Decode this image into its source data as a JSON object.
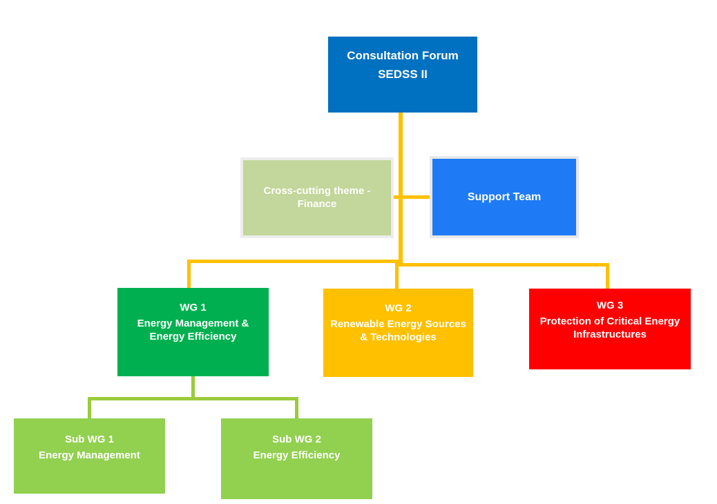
{
  "diagram": {
    "type": "organization-chart",
    "background": "#FFFFFF",
    "connector_colors": {
      "primary": "#FFC000",
      "secondary": "#9BCB3B"
    },
    "nodes": {
      "consultation_forum": {
        "title": "Consultation Forum",
        "subtitle": "SEDSS II",
        "color": "#0070C0",
        "text_color": "#FFFFFF"
      },
      "cross_cutting_theme": {
        "title": "Cross-cutting theme - Finance",
        "color": "#C3D69B",
        "text_color": "#FFFFFF",
        "border_color": "#EDEDED"
      },
      "support_team": {
        "title": "Support Team",
        "color": "#1F7BF5",
        "text_color": "#FFFFFF",
        "border_color": "#E8E8E8"
      },
      "wg1": {
        "title": "WG 1",
        "subtitle": "Energy Management & Energy Efficiency",
        "color": "#00B050",
        "text_color": "#FFFFFF"
      },
      "wg2": {
        "title": "WG 2",
        "subtitle": "Renewable Energy Sources & Technologies",
        "color": "#FFC000",
        "text_color": "#FFFFFF"
      },
      "wg3": {
        "title": "WG 3",
        "subtitle": "Protection of Critical Energy Infrastructures",
        "color": "#FF0000",
        "text_color": "#FFFFFF"
      },
      "sub_wg1": {
        "title": "Sub WG 1",
        "subtitle": "Energy Management",
        "color": "#92D050",
        "text_color": "#FFFFFF"
      },
      "sub_wg2": {
        "title": "Sub WG 2",
        "subtitle": "Energy Efficiency",
        "color": "#92D050",
        "text_color": "#FFFFFF"
      }
    }
  }
}
